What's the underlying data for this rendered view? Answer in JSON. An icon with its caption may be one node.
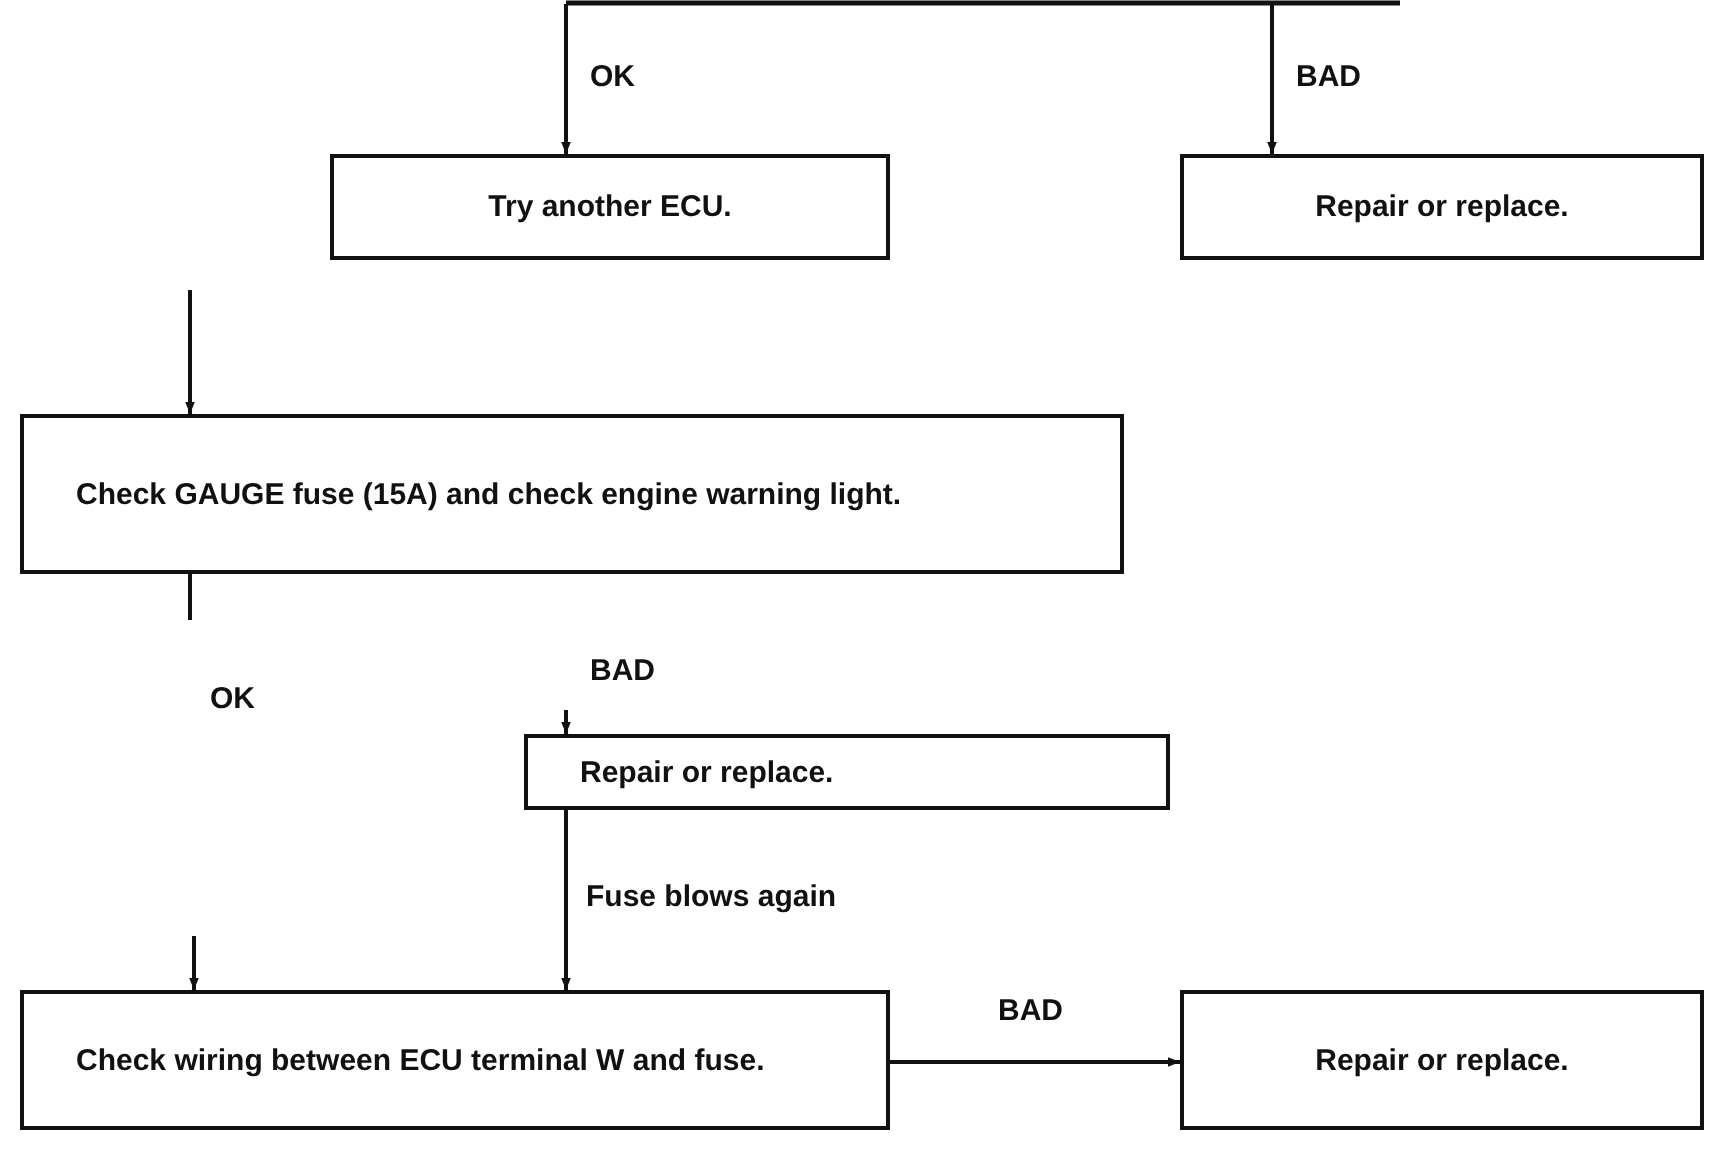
{
  "diagram": {
    "nodes": [
      {
        "text": [
          "Try another ECU."
        ]
      },
      {
        "text": [
          "Repair or replace."
        ]
      },
      {
        "text": [
          "Check GAUGE fuse (15A) and check engine warning light."
        ]
      },
      {
        "text": [
          "Repair or replace."
        ]
      },
      {
        "text": [
          "Check wiring between ECU terminal W and fuse."
        ]
      },
      {
        "text": [
          "Repair or replace."
        ]
      }
    ],
    "edges": [
      {
        "from": null,
        "to": 0,
        "arrow": "to",
        "label": "OK"
      },
      {
        "from": null,
        "to": 1,
        "arrow": "to",
        "label": "BAD"
      },
      {
        "from": null,
        "to": 2,
        "arrow": "to"
      },
      {
        "from": 2,
        "to": null,
        "arrow": "none"
      },
      {
        "from": null,
        "to": 3,
        "arrow": "to",
        "label": "BAD"
      },
      {
        "from": 3,
        "to": 4,
        "arrow": "to",
        "label": "Fuse blows again"
      },
      {
        "from": null,
        "to": 4,
        "arrow": "to"
      },
      {
        "from": 4,
        "to": 5,
        "arrow": "to",
        "label": "BAD"
      }
    ],
    "labels": [
      "OK"
    ]
  }
}
